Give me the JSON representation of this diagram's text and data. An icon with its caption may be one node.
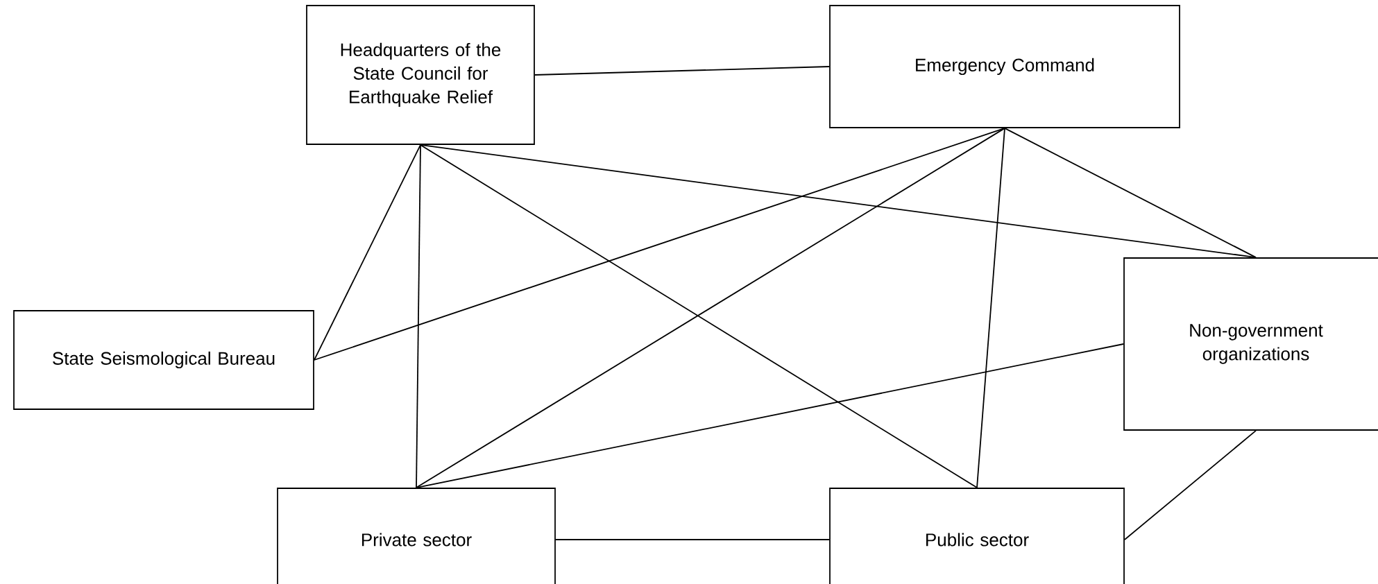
{
  "diagram": {
    "nodes": [
      {
        "text": [
          "Headquarters of the State Council for Earthquake Relief"
        ]
      },
      {
        "text": [
          "Emergency Command"
        ]
      },
      {
        "text": [
          "State Seismological Bureau"
        ]
      },
      {
        "text": [
          "Non-government organizations"
        ]
      },
      {
        "text": [
          "Private sector"
        ]
      },
      {
        "text": [
          "Public sector"
        ]
      }
    ],
    "edges": [
      {
        "from": 0,
        "to": 1,
        "arrow": "none"
      },
      {
        "from": 0,
        "to": 2,
        "arrow": "none"
      },
      {
        "from": 0,
        "to": 4,
        "arrow": "none"
      },
      {
        "from": 0,
        "to": 5,
        "arrow": "none"
      },
      {
        "from": 0,
        "to": 3,
        "arrow": "none"
      },
      {
        "from": 1,
        "to": 2,
        "arrow": "none"
      },
      {
        "from": 1,
        "to": 4,
        "arrow": "none"
      },
      {
        "from": 1,
        "to": 5,
        "arrow": "none"
      },
      {
        "from": 1,
        "to": 3,
        "arrow": "none"
      },
      {
        "from": 3,
        "to": 4,
        "arrow": "none"
      },
      {
        "from": 3,
        "to": 5,
        "arrow": "none"
      },
      {
        "from": 4,
        "to": 5,
        "arrow": "none"
      }
    ]
  }
}
